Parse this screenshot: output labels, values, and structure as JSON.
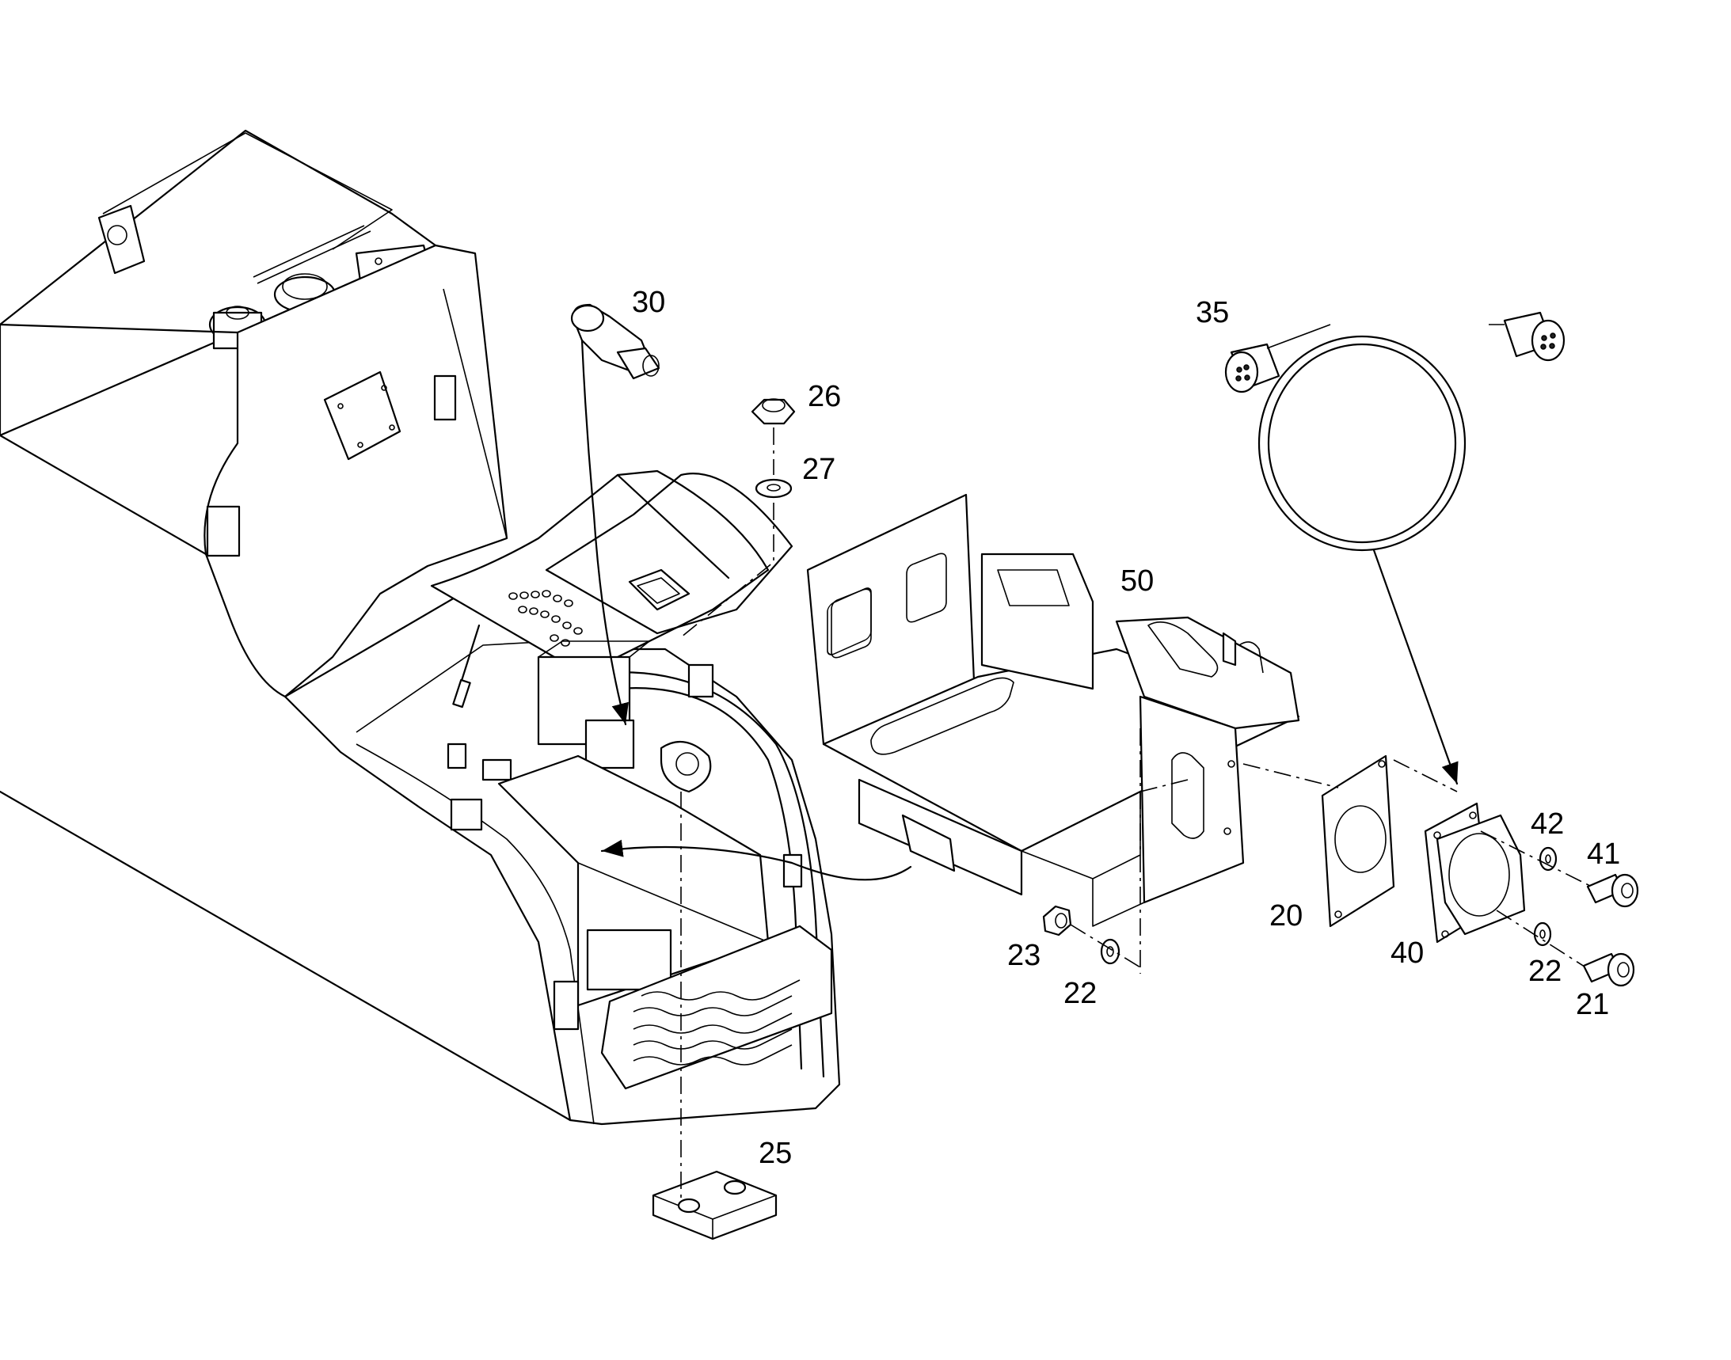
{
  "callouts": {
    "c30": "30",
    "c26": "26",
    "c27": "27",
    "c35": "35",
    "c50": "50",
    "c20": "20",
    "c40": "40",
    "c42": "42",
    "c41": "41",
    "c22a": "22",
    "c21": "21",
    "c23": "23",
    "c22b": "22",
    "c25": "25"
  }
}
